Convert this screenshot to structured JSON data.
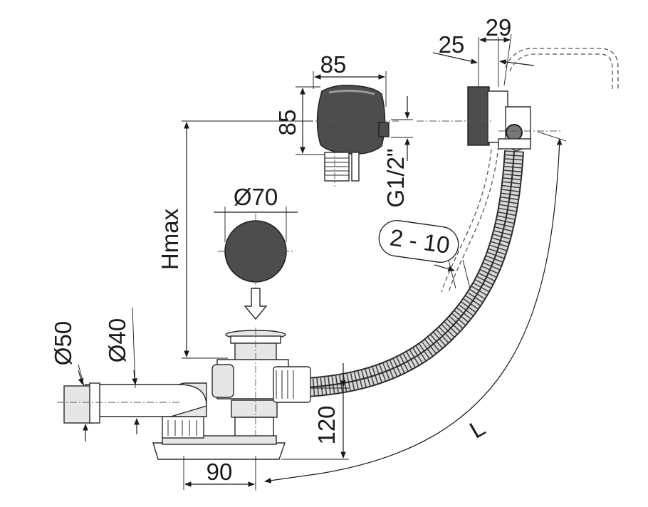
{
  "labels": {
    "width_85": "85",
    "height_85": "85",
    "dim_29": "29",
    "dim_25": "25",
    "thread": "G1/2\"",
    "diameter_70": "Ø70",
    "hmax": "Hmax",
    "range": "2 - 10",
    "diameter_50": "Ø50",
    "diameter_40": "Ø40",
    "dim_120": "120",
    "dim_90": "90",
    "length": "L"
  },
  "colors": {
    "line": "#1a1a1a",
    "part_fill": "#e6e6e6",
    "dark_part": "#4d4d4d",
    "background": "#ffffff"
  }
}
